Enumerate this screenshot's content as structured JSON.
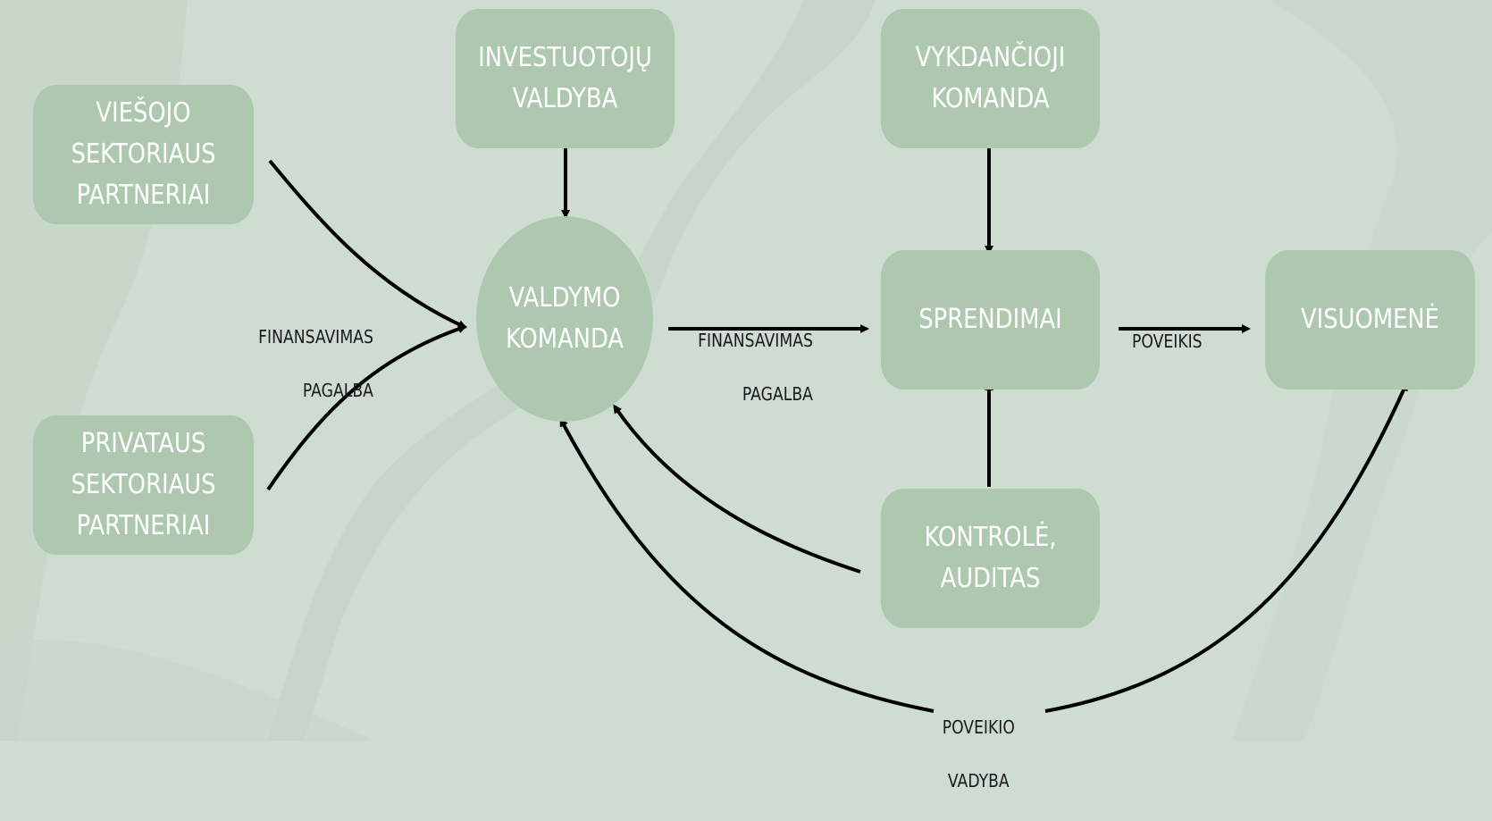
{
  "nodes": {
    "viesojo": {
      "label": "VIEŠOJO\nSEKTORIAUS\nPARTNERIAI"
    },
    "privataus": {
      "label": "PRIVATAUS\nSEKTORIAUS\nPARTNERIAI"
    },
    "investuotoju": {
      "label": "INVESTUOTOJŲ\nVALDYBA"
    },
    "valdymo": {
      "label": "VALDYMO\nKOMANDA"
    },
    "vykdancioji": {
      "label": "VYKDANČIOJI\nKOMANDA"
    },
    "sprendimai": {
      "label": "SPRENDIMAI"
    },
    "kontrole": {
      "label": "KONTROLĖ,\nAUDITAS"
    },
    "visuomene": {
      "label": "VISUOMENĖ"
    }
  },
  "edge_labels": {
    "left_financing": {
      "line1": "FINANSAVIMAS",
      "line2": "PAGALBA"
    },
    "mid_financing": {
      "line1": "FINANSAVIMAS",
      "line2": "PAGALBA"
    },
    "impact": {
      "line1": "POVEIKIS"
    },
    "impact_management": {
      "line1": "POVEIKIO",
      "line2": "VADYBA"
    }
  },
  "colors": {
    "background": "#cfdcd1",
    "node_fill": "#adc8af",
    "node_text": "#ffffff",
    "arrow": "#000000"
  }
}
